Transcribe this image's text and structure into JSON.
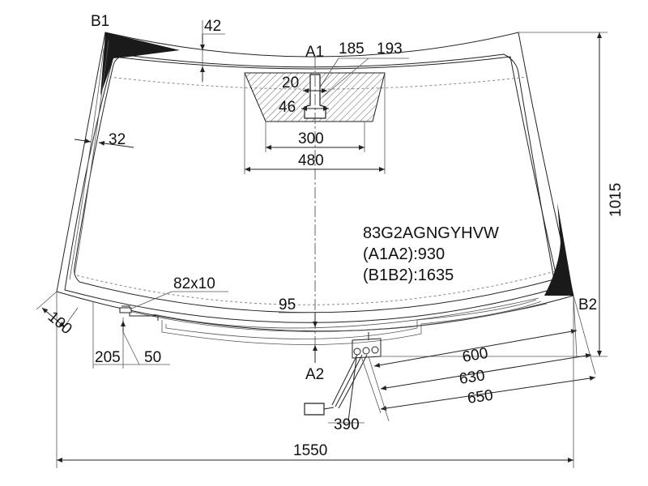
{
  "points": {
    "b1": "B1",
    "b2": "B2",
    "a1": "A1",
    "a2": "A2"
  },
  "dimensions": {
    "d42": "42",
    "d185": "185",
    "d193": "193",
    "d20": "20",
    "d46": "46",
    "d300": "300",
    "d480": "480",
    "d32": "32",
    "d1015": "1015",
    "d82x10": "82x10",
    "d95": "95",
    "d100": "100",
    "d205": "205",
    "d50": "50",
    "d600": "600",
    "d630": "630",
    "d650": "650",
    "d390": "390",
    "d1550": "1550"
  },
  "info": {
    "code": "83G2AGNGYHVW",
    "a1a2": "(A1A2):930",
    "b1b2": "(B1B2):1635"
  },
  "colors": {
    "line": "#222222",
    "dark_fill": "#1a1a1a",
    "hatch": "#666666"
  }
}
